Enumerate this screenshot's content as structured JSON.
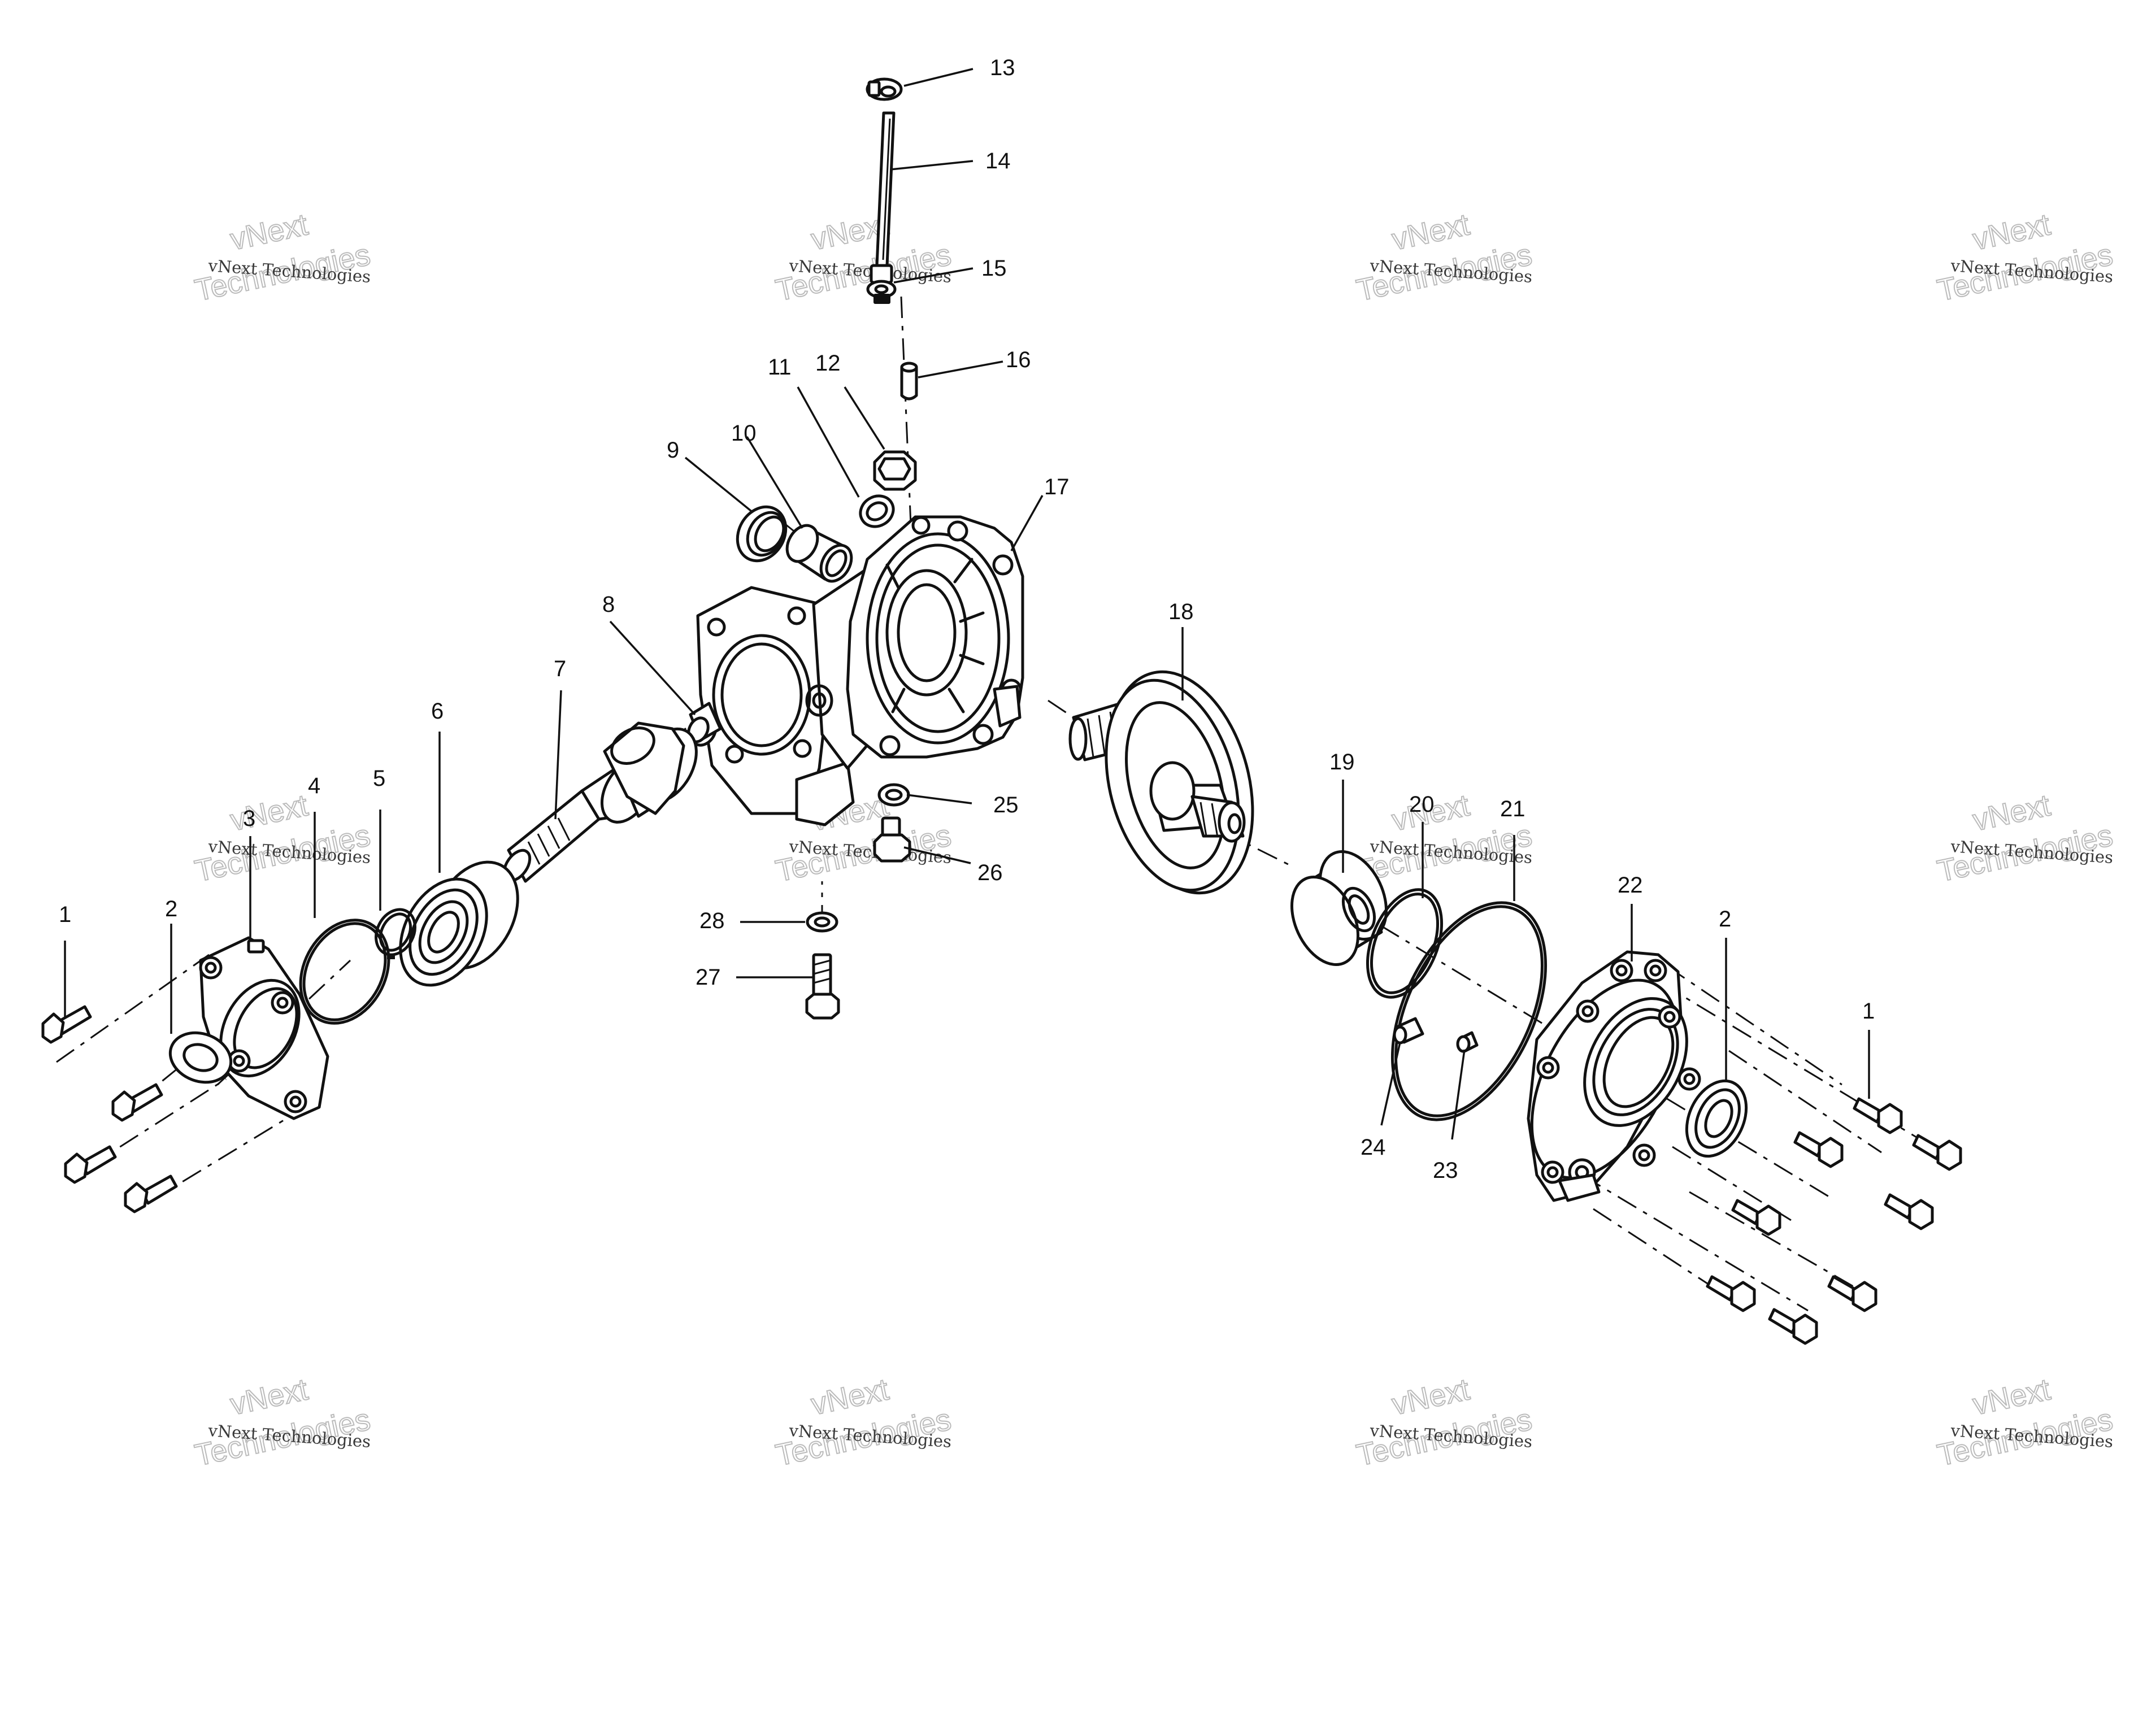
{
  "watermark": {
    "line1": "vNext Technologies",
    "line2": "vNext",
    "line3": "Technologies"
  },
  "callouts": [
    {
      "id": "1",
      "label": "1"
    },
    {
      "id": "2",
      "label": "2"
    },
    {
      "id": "3",
      "label": "3"
    },
    {
      "id": "4",
      "label": "4"
    },
    {
      "id": "5",
      "label": "5"
    },
    {
      "id": "6",
      "label": "6"
    },
    {
      "id": "7",
      "label": "7"
    },
    {
      "id": "8",
      "label": "8"
    },
    {
      "id": "9",
      "label": "9"
    },
    {
      "id": "10",
      "label": "10"
    },
    {
      "id": "11",
      "label": "11"
    },
    {
      "id": "12",
      "label": "12"
    },
    {
      "id": "13",
      "label": "13"
    },
    {
      "id": "14",
      "label": "14"
    },
    {
      "id": "15",
      "label": "15"
    },
    {
      "id": "16",
      "label": "16"
    },
    {
      "id": "17",
      "label": "17"
    },
    {
      "id": "18",
      "label": "18"
    },
    {
      "id": "19",
      "label": "19"
    },
    {
      "id": "20",
      "label": "20"
    },
    {
      "id": "21",
      "label": "21"
    },
    {
      "id": "22",
      "label": "22"
    },
    {
      "id": "23",
      "label": "23"
    },
    {
      "id": "24",
      "label": "24"
    },
    {
      "id": "25",
      "label": "25"
    },
    {
      "id": "26",
      "label": "26"
    },
    {
      "id": "27",
      "label": "27"
    },
    {
      "id": "28",
      "label": "28"
    }
  ]
}
